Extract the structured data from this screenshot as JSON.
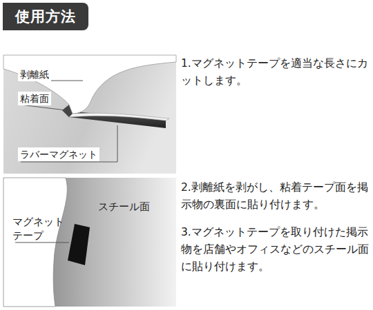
{
  "diagram": {
    "title": "使用方法",
    "labels": [
      "剥離紙",
      "粘着面",
      "ラバーマグネット",
      "スチール面",
      "マグネット テープ",
      "1.マグネットテープを適当な長さにカットします。",
      "2.剥離紙を剥がし、粘着テープ面を掲示物の裏面に貼り付けます。",
      "3.マグネットテープを取り付けた掲示物を店舗やオフィスなどのスチール面に貼り付けます。"
    ]
  }
}
